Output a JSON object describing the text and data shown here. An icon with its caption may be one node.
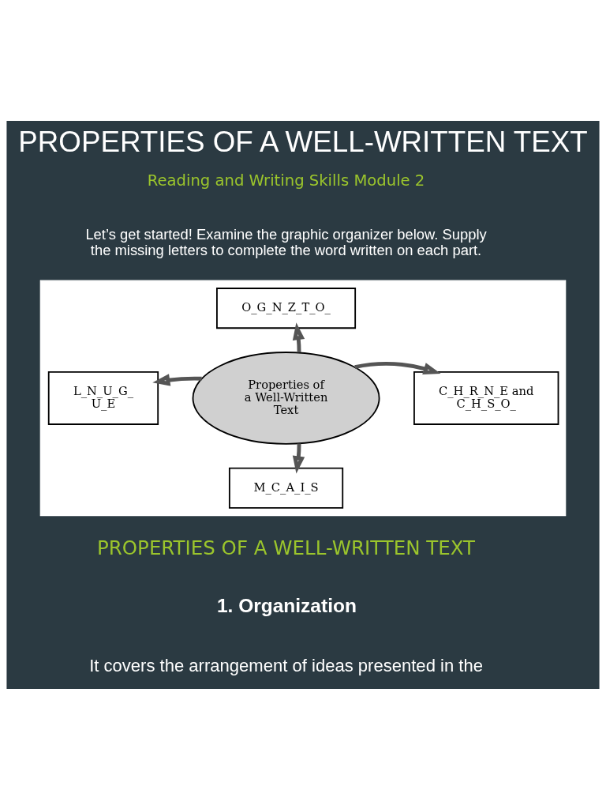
{
  "diagram": {
    "title": "PROPERTIES OF A WELL-WRITTEN TEXT",
    "nodes": [
      {
        "text": [],
        "shape": "box"
      },
      {
        "text": [
          "Properties of a Well-Written Text"
        ],
        "in": 0
      },
      {
        "text": [
          "O_G_N_Z_T_O_"
        ],
        "in": 0
      },
      {
        "text": [
          "L_N_U_G_ U_E"
        ],
        "in": 0
      },
      {
        "text": [
          "C_H_R_N_E and C_H_S_O_"
        ],
        "in": 0
      },
      {
        "text": [
          "M_C_A_I_S"
        ],
        "in": 0
      }
    ],
    "edges": [
      {
        "from": 1,
        "to": 2,
        "arrow": "to"
      },
      {
        "from": 1,
        "to": 3,
        "arrow": "to"
      },
      {
        "from": 1,
        "to": 4,
        "arrow": "to"
      },
      {
        "from": 1,
        "to": 5,
        "arrow": "to"
      }
    ],
    "labels": [
      "Reading and Writing Skills Module 2",
      "Let’s get started! Examine the graphic organizer below. Supply the missing letters to complete the word written on each part.",
      "PROPERTIES OF A WELL-WRITTEN TEXT",
      "1. Organization",
      "It covers the arrangement of ideas presented in the"
    ]
  }
}
